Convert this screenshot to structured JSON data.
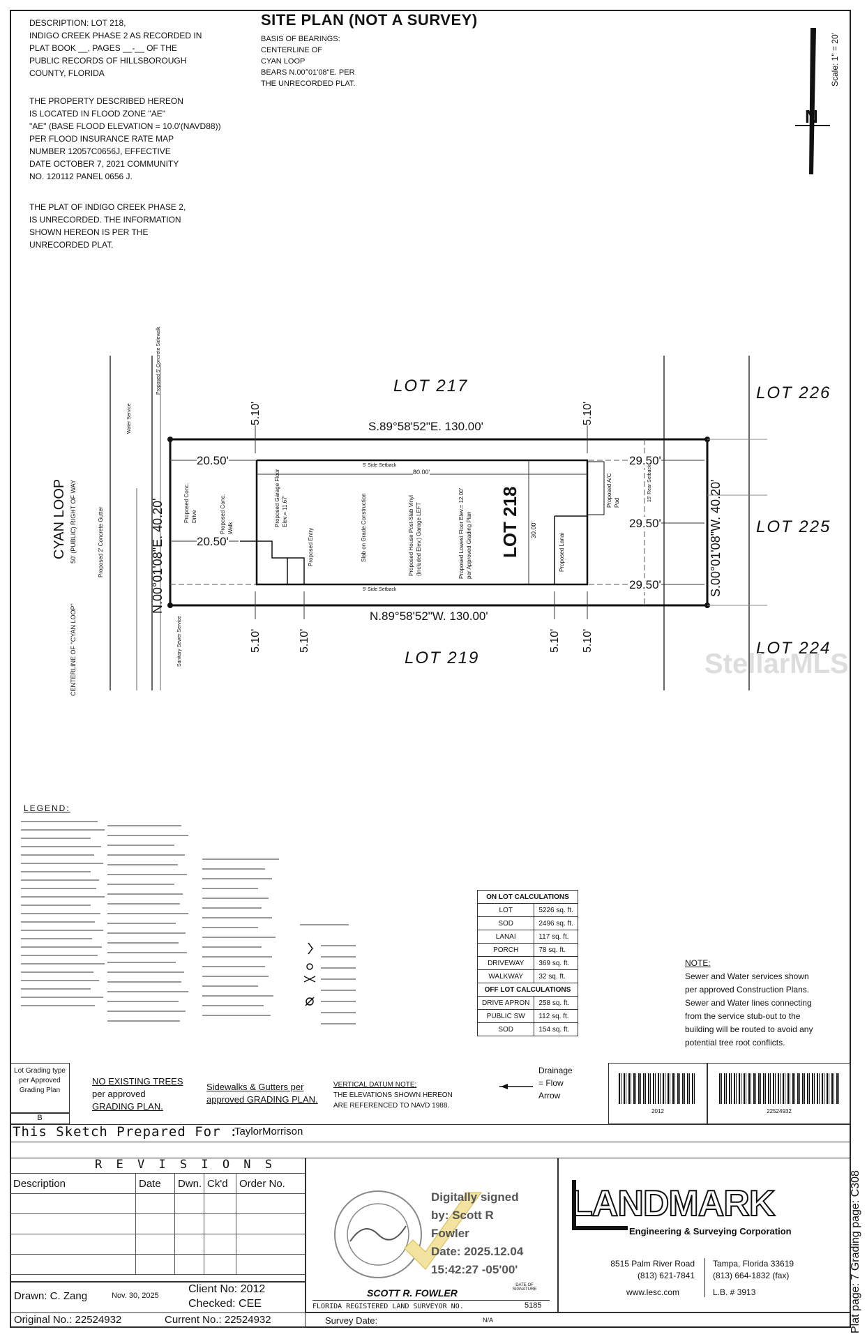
{
  "header": {
    "title": "SITE PLAN (NOT A SURVEY)",
    "basis": [
      "BASIS OF BEARINGS:",
      "CENTERLINE OF",
      "CYAN LOOP",
      "BEARS N.00°01'08\"E. PER",
      "THE UNRECORDED PLAT."
    ],
    "description": [
      "DESCRIPTION: LOT 218,",
      "INDIGO CREEK PHASE 2 AS RECORDED IN",
      "PLAT BOOK __, PAGES __-__ OF THE",
      "PUBLIC RECORDS OF HILLSBOROUGH",
      "COUNTY, FLORIDA"
    ],
    "flood": [
      "THE PROPERTY DESCRIBED HEREON",
      "IS LOCATED IN FLOOD ZONE \"AE\"",
      "\"AE\" (BASE FLOOD ELEVATION = 10.0'(NAVD88))",
      "PER FLOOD INSURANCE RATE MAP",
      "NUMBER 12057C0656J, EFFECTIVE",
      "DATE OCTOBER 7, 2021 COMMUNITY",
      "No. 120112 PANEL 0656 J."
    ],
    "plat": [
      "THE PLAT OF INDIGO CREEK PHASE 2,",
      "IS UNRECORDED.  THE INFORMATION",
      "SHOWN HEREON IS PER THE",
      "UNRECORDED PLAT."
    ],
    "scale": "Scale: 1\" = 20'",
    "north": "N"
  },
  "plan": {
    "lots": {
      "l217": "LOT 217",
      "l226": "LOT 226",
      "l225": "LOT 225",
      "l224": "LOT 224",
      "l219": "LOT 219",
      "l218": "LOT 218"
    },
    "road": "CYAN LOOP",
    "road_sub": "50' (PUBLIC) RIGHT OF WAY",
    "centerline": "CENTERLINE OF \"CYAN LOOP\"",
    "bearings": {
      "top": "S.89°58'52\"E. 130.00'",
      "bottom": "N.89°58'52\"W. 130.00'",
      "left": "N.00°01'08\"E. 40.20'",
      "right": "S.00°01'08\"W. 40.20'"
    },
    "dims": {
      "d510": "5.10'",
      "d2050": "20.50'",
      "d2950": "29.50'",
      "d8000": "80.00'",
      "d3000": "30.00'"
    },
    "notes": {
      "side_setback": "5' Side Setback",
      "rear_setback": "15' Rear Setback",
      "house": "Proposed House Post-Slab Vinyl (Included Elev.) Garage LEFT",
      "slab": "Slab on Grade Construction",
      "floor": "Proposed Lowest Floor Elev.= 12.00' per Approved Grading Plan",
      "garage": "Proposed Garage Floor Elev.= 11.67'",
      "drive": "Proposed Conc. Drive",
      "walk": "Proposed Conc. Walk",
      "entry": "Proposed Entry",
      "lanai": "Proposed Lanai",
      "ac": "Proposed A/C Pad",
      "sidewalk": "Proposed 5' Concrete Sidewalk",
      "gutter": "Proposed 2' Concrete Gutter",
      "water": "Water Service",
      "sewer": "Sanitary Sewer Service"
    }
  },
  "legend": {
    "title": "LEGEND:"
  },
  "on_lot": {
    "header": "ON LOT CALCULATIONS",
    "rows": [
      [
        "LOT",
        "5226 sq. ft."
      ],
      [
        "SOD",
        "2496 sq. ft."
      ],
      [
        "LANAI",
        "117 sq. ft."
      ],
      [
        "PORCH",
        "78 sq. ft."
      ],
      [
        "DRIVEWAY",
        "369 sq. ft."
      ],
      [
        "WALKWAY",
        "32 sq. ft."
      ]
    ]
  },
  "off_lot": {
    "header": "OFF LOT CALCULATIONS",
    "rows": [
      [
        "DRIVE APRON",
        "258 sq. ft."
      ],
      [
        "PUBLIC SW",
        "112 sq. ft."
      ],
      [
        "SOD",
        "154 sq. ft."
      ]
    ]
  },
  "note": {
    "title": "NOTE:",
    "text": [
      "Sewer and Water services shown",
      "per approved Construction Plans.",
      "Sewer and Water lines connecting",
      "from the service stub-out to the",
      "building will be routed to avoid any",
      "potential tree root conflicts."
    ]
  },
  "bottom_notes": {
    "lotgrading": [
      "Lot Grading type",
      "per Approved",
      "Grading Plan"
    ],
    "lotgrading_val": "B",
    "trees": [
      "NO EXISTING TREES",
      "per approved",
      "GRADING PLAN."
    ],
    "sidewalks": [
      "Sidewalks & Gutters per",
      "approved GRADING PLAN."
    ],
    "datum": [
      "VERTICAL DATUM NOTE:",
      "THE ELEVATIONS SHOWN HEREON",
      "ARE REFERENCED TO NAVD 1988."
    ],
    "drainage": [
      "Drainage",
      "= Flow",
      "Arrow"
    ],
    "barcode1": "2012",
    "barcode2": "22524932"
  },
  "title_block": {
    "prepared_label": "This Sketch Prepared For :",
    "prepared_for": "TaylorMorrison",
    "revisions": "R E V I S I O N S",
    "rev_headers": [
      "Description",
      "Date",
      "Dwn.",
      "Ck'd",
      "Order No."
    ],
    "drawn": "Drawn: C. Zang",
    "drawn_date": "Nov. 30, 2025",
    "client": "Client No: 2012",
    "checked": "Checked:   CEE",
    "original": "Original No.: 22524932",
    "current": "Current No.: 22524932",
    "survey_date": "Survey Date:",
    "survey_na": "N/A",
    "signature": [
      "Digitally signed",
      "by: Scott R",
      "Fowler",
      "Date: 2025.12.04",
      "15:42:27 -05'00'"
    ],
    "surveyor": "SCOTT R. FOWLER",
    "surveyor_title": "FLORIDA REGISTERED LAND SURVEYOR NO.",
    "surveyor_no": "5185",
    "date_sig": "DATE OF SIGNATURE",
    "company": "LANDMARK",
    "company_sub": "Engineering & Surveying Corporation",
    "address": "8515 Palm River Road",
    "phone": "(813) 621-7841",
    "city": "Tampa, Florida  33619",
    "fax": "(813) 664-1832 (fax)",
    "web": "www.lesc.com",
    "lb": "L.B. # 3913",
    "side_text": "Plat page: 7   Grading page: C308",
    "watermark": "StellarMLS"
  }
}
